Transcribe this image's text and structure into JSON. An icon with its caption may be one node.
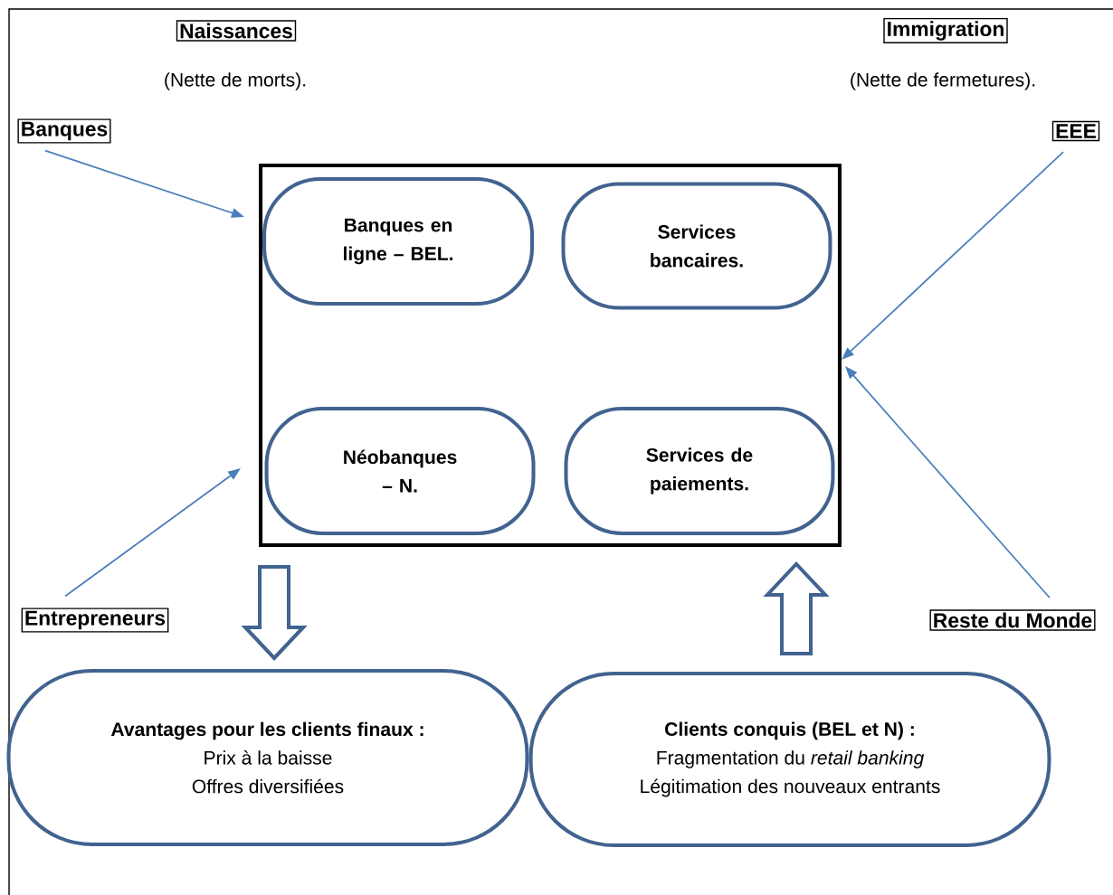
{
  "diagram": {
    "nodes": [
      {
        "text": [
          "Naissances"
        ],
        "beside": [
          "(Nette de morts)."
        ]
      },
      {
        "text": [
          "Immigration"
        ],
        "beside": [
          "(Nette de fermetures)."
        ]
      },
      {
        "text": [
          "Banques"
        ]
      },
      {
        "text": [
          "EEE"
        ]
      },
      {
        "text": [
          "Entrepreneurs"
        ]
      },
      {
        "text": [
          "Reste du Monde"
        ]
      },
      {
        "text": [],
        "shape": "box"
      },
      {
        "text": [
          "Banques en ligne – BEL."
        ],
        "in": 6
      },
      {
        "text": [
          "Services bancaires."
        ],
        "in": 6
      },
      {
        "text": [
          "Néobanques – N."
        ],
        "in": 6
      },
      {
        "text": [
          "Services de paiements."
        ],
        "in": 6
      },
      {
        "text": [
          "Avantages pour les clients finaux :",
          "Prix à la baisse",
          "Offres diversifiées"
        ]
      },
      {
        "text": [
          "Clients conquis (BEL et N) :",
          "Fragmentation du *retail banking*",
          "Légitimation des nouveaux entrants"
        ]
      }
    ],
    "edges": [
      {
        "from": 2,
        "to": 6,
        "arrow": "to"
      },
      {
        "from": 3,
        "to": 6,
        "arrow": "to"
      },
      {
        "from": 4,
        "to": 6,
        "arrow": "to"
      },
      {
        "from": 5,
        "to": 6,
        "arrow": "to"
      },
      {
        "from": 6,
        "to": 11,
        "arrow": "to",
        "style": "thick",
        "color": "#41638f"
      },
      {
        "from": 12,
        "to": 6,
        "arrow": "to",
        "style": "thick",
        "color": "#41638f"
      }
    ]
  }
}
